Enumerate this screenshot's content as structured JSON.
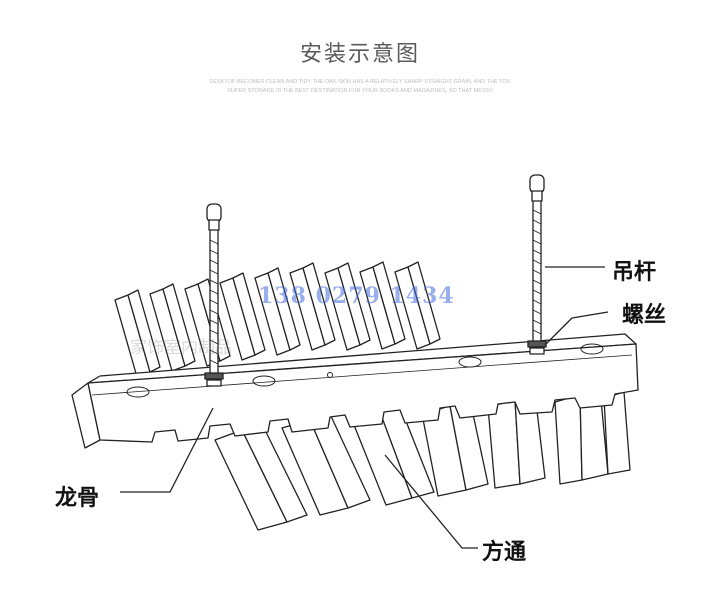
{
  "title": "安装示意图",
  "subtitle_lines": [
    "DESKTOP BECOMES CLEAN AND TIDY THE OAK SKIN HAS A RELATIVELY SHARP STRAIGHT GRAIN, AND THE TOU",
    "SUPER STORAGE IS THE BEST DESTINATION FOR YOUR BOOKS AND MAGAZINES, SO THAT MESSY"
  ],
  "labels": {
    "hanger_rod": "吊杆",
    "screw": "螺丝",
    "keel": "龙骨",
    "square_tube": "方通"
  },
  "watermark": {
    "phone": "138 0279 1434",
    "shop": "家饰室内制品"
  },
  "colors": {
    "line": "#222222",
    "label": "#111111",
    "watermark_phone": "#466edc"
  }
}
